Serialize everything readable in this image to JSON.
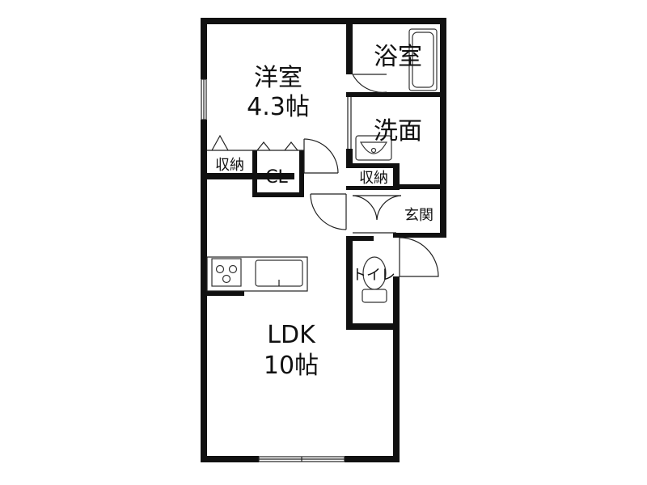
{
  "rooms": {
    "western_room": {
      "name": "洋室",
      "size": "4.3帖"
    },
    "bath": {
      "name": "浴室"
    },
    "washroom": {
      "name": "洗面"
    },
    "storage_left": {
      "name": "収納"
    },
    "closet": {
      "name": "CL"
    },
    "storage_right": {
      "name": "収納"
    },
    "entrance": {
      "name": "玄関"
    },
    "toilet": {
      "name": "トイレ"
    },
    "ldk": {
      "name": "LDK",
      "size": "10帖"
    }
  },
  "colors": {
    "wall": "#111111",
    "line": "#222222",
    "background": "#ffffff"
  }
}
